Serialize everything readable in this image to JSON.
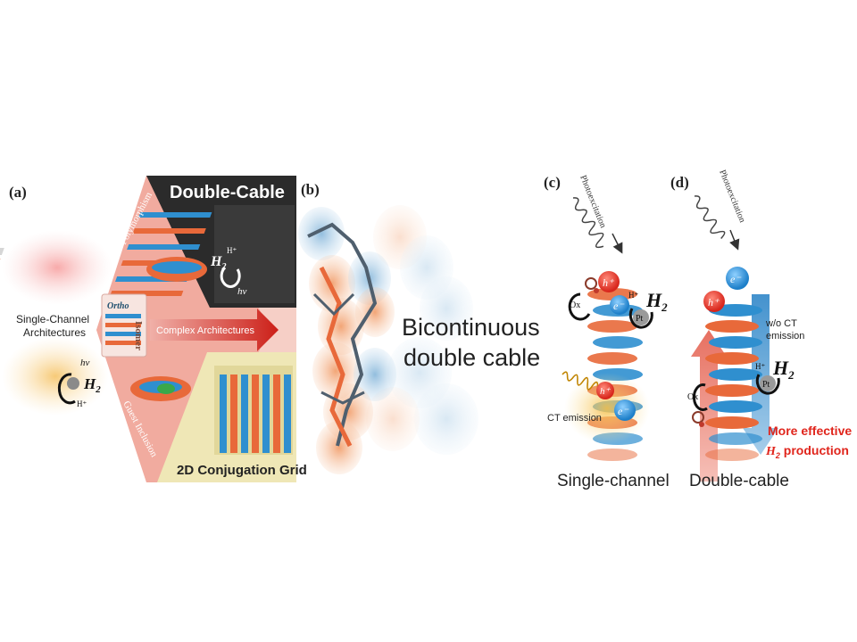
{
  "panels": {
    "a": {
      "label": "(a)",
      "double_cable": "Double-Cable",
      "polymorphism": "Polymorphism",
      "ortho": "Ortho",
      "isomer": "Isomer",
      "complex_architectures": "Complex Architectures",
      "guest_inclusion": "Guest Inclusion",
      "single_channel_line1": "Single-Channel",
      "single_channel_line2": "Architectures",
      "grid_label": "2D Conjugation Grid",
      "h2": "H",
      "h2_sub": "2",
      "hv": "hν",
      "hplus": "H⁺"
    },
    "b": {
      "label": "(b)",
      "title_line1": "Bicontinuous",
      "title_line2": "double cable"
    },
    "c": {
      "label": "(c)",
      "photoexcitation": "Photoexcitation",
      "ox": "Ox",
      "pt": "Pt",
      "h2": "H",
      "h2_sub": "2",
      "hole": "h⁺",
      "electron": "e⁻",
      "hplus": "H⁺",
      "ct_emission": "CT emission",
      "caption": "Single-channel"
    },
    "d": {
      "label": "(d)",
      "photoexcitation": "Photoexcitation",
      "ox": "Ox",
      "pt": "Pt",
      "h2": "H",
      "h2_sub": "2",
      "hole": "h⁺",
      "electron": "e⁻",
      "hplus": "H⁺",
      "wo_ct_line1": "w/o CT",
      "wo_ct_line2": "emission",
      "more_effective_line1": "More effective",
      "more_effective_h": "H",
      "more_effective_sub": "2",
      "more_effective_line2": " production",
      "caption": "Double-cable"
    }
  },
  "colors": {
    "orange": "#e8693a",
    "blue": "#2f8fcf",
    "navy": "#1f4f6e",
    "red": "#e0251c",
    "dark_panel": "#2b2b2b",
    "pink_fan": "#f3b7ad",
    "yellow_fan": "#efe7b6"
  }
}
